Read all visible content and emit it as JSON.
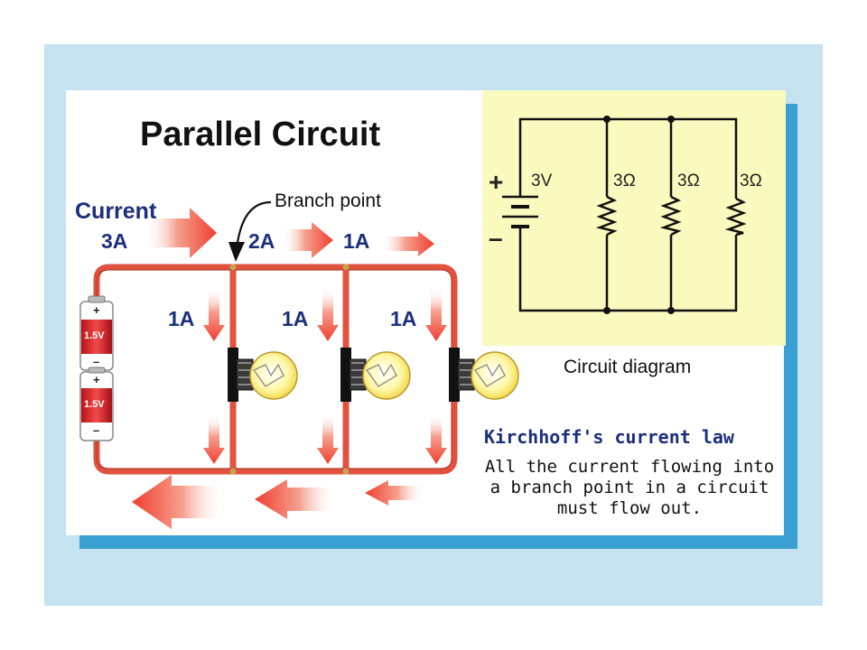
{
  "title": "Parallel Circuit",
  "current_label": "Current",
  "labels": {
    "main_current": "3A",
    "branch_current_2a": "2A",
    "branch_current_1a_top": "1A",
    "lamp1_current": "1A",
    "lamp2_current": "1A",
    "lamp3_current": "1A"
  },
  "branch_point_label": "Branch point",
  "batteries": [
    {
      "voltage": "1.5V",
      "plus": "+",
      "minus": "–"
    },
    {
      "voltage": "1.5V",
      "plus": "+",
      "minus": "–"
    }
  ],
  "schematic": {
    "source_voltage": "3V",
    "plus": "+",
    "minus": "–",
    "resistors": [
      "3Ω",
      "3Ω",
      "3Ω"
    ],
    "caption": "Circuit diagram",
    "background_color": "#fafabf"
  },
  "kirchhoff": {
    "title": "Kirchhoff's current law",
    "lines": [
      "All the current flowing into",
      "a branch point in a circuit",
      "must flow out."
    ]
  },
  "colors": {
    "frame": "#c4e2ef",
    "shadow": "#3aa0d4",
    "wire": "#e0523f",
    "arrow": "#ef3e2f",
    "label_blue": "#1c2f7a"
  }
}
